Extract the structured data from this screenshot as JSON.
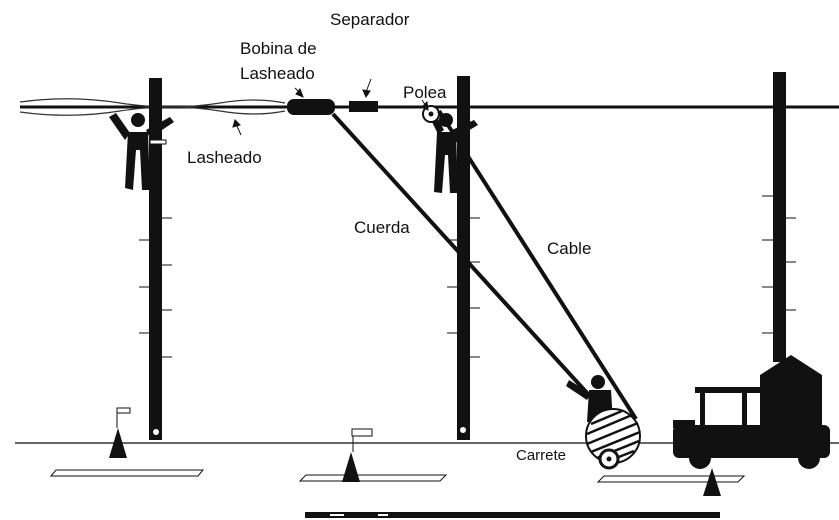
{
  "labels": {
    "separador": "Separador",
    "bobina_line1": "Bobina de",
    "bobina_line2": "Lasheado",
    "polea": "Polea",
    "lasheado": "Lasheado",
    "cuerda": "Cuerda",
    "cable": "Cable",
    "carrete": "Carrete"
  },
  "colors": {
    "ink": "#111111",
    "background": "#ffffff"
  }
}
